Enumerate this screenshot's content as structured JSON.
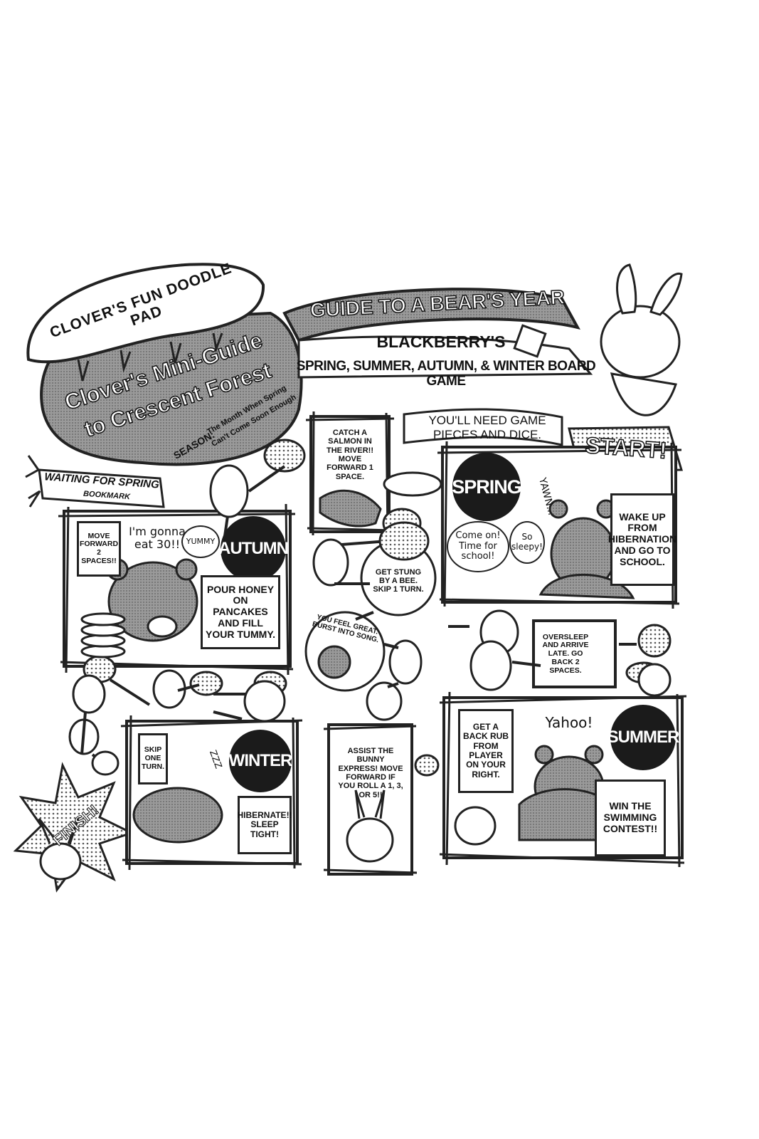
{
  "doodle_pad": {
    "title": "CLOVER'S FUN DOODLE PAD",
    "guide_line1": "Clover's Mini-Guide",
    "guide_line2": "to Crescent Forest",
    "season_label": "SEASON:",
    "season_line1": "The Month When Spring",
    "season_line2": "Can't Come Soon Enough"
  },
  "bookmark": {
    "title": "WAITING FOR SPRING",
    "subtitle": "BOOKMARK"
  },
  "banner": {
    "title": "GUIDE TO A BEAR'S YEAR",
    "game_owner": "BLACKBERRY'S",
    "game_name": "SPRING, SUMMER, AUTUMN, & WINTER BOARD GAME",
    "need_line1": "YOU'LL NEED GAME",
    "need_line2": "PIECES AND DICE."
  },
  "start_label": "START!",
  "finish_label": "FINISH!",
  "spaces": {
    "spring": {
      "season": "SPRING",
      "instruction": "WAKE UP FROM HIBERNATION AND GO TO SCHOOL.",
      "bubble_come_on": "Come on! Time for school!",
      "bubble_sleepy": "So sleepy!",
      "yawn": "YAWN..."
    },
    "salmon": {
      "instruction": "CATCH A SALMON IN THE RIVER!! MOVE FORWARD 1 SPACE."
    },
    "bee": {
      "instruction": "GET STUNG BY A BEE. SKIP 1 TURN."
    },
    "song": {
      "instruction": "YOU FEEL GREAT. BURST INTO SONG."
    },
    "oversleep": {
      "instruction": "OVERSLEEP AND ARRIVE LATE. GO BACK 2 SPACES."
    },
    "autumn": {
      "season": "AUTUMN",
      "move": "MOVE FORWARD 2 SPACES!!",
      "speech": "I'm gonna eat 30!!",
      "yummy": "YUMMY",
      "instruction": "POUR HONEY ON PANCAKES AND FILL YOUR TUMMY."
    },
    "winter": {
      "season": "WINTER",
      "skip": "SKIP ONE TURN.",
      "instruction": "HIBERNATE!! SLEEP TIGHT!",
      "zzz": "ZZZ"
    },
    "bunny": {
      "instruction": "ASSIST THE BUNNY EXPRESS! MOVE FORWARD IF YOU ROLL A 1, 3, OR 5!!"
    },
    "summer": {
      "season": "SUMMER",
      "back_rub": "GET A BACK RUB FROM PLAYER ON YOUR RIGHT.",
      "yahoo": "Yahoo!",
      "instruction": "WIN THE SWIMMING CONTEST!!"
    }
  }
}
